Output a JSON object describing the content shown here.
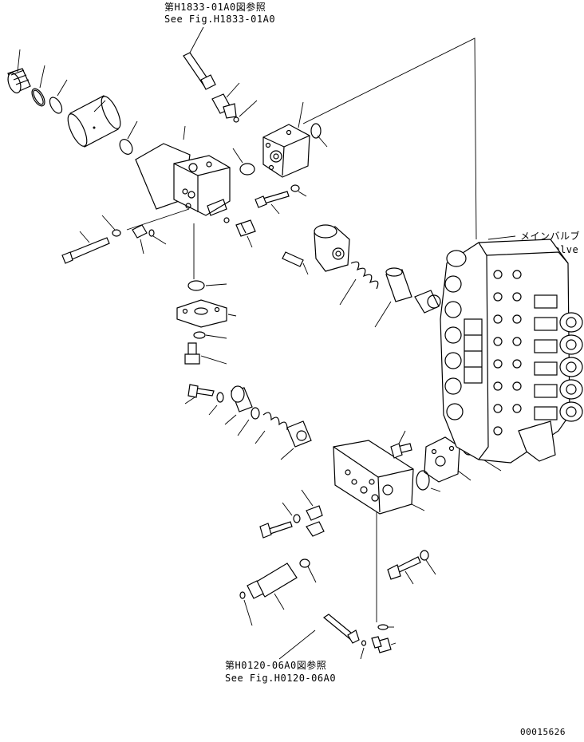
{
  "references": {
    "top": {
      "jp": "第H1833-01A0図参照",
      "en": "See Fig.H1833-01A0"
    },
    "bottom": {
      "jp": "第H0120-06A0図参照",
      "en": "See Fig.H0120-06A0"
    }
  },
  "main_valve": {
    "jp": "メインバルブ",
    "en": "Main Valve"
  },
  "drawing_number": "00015626"
}
